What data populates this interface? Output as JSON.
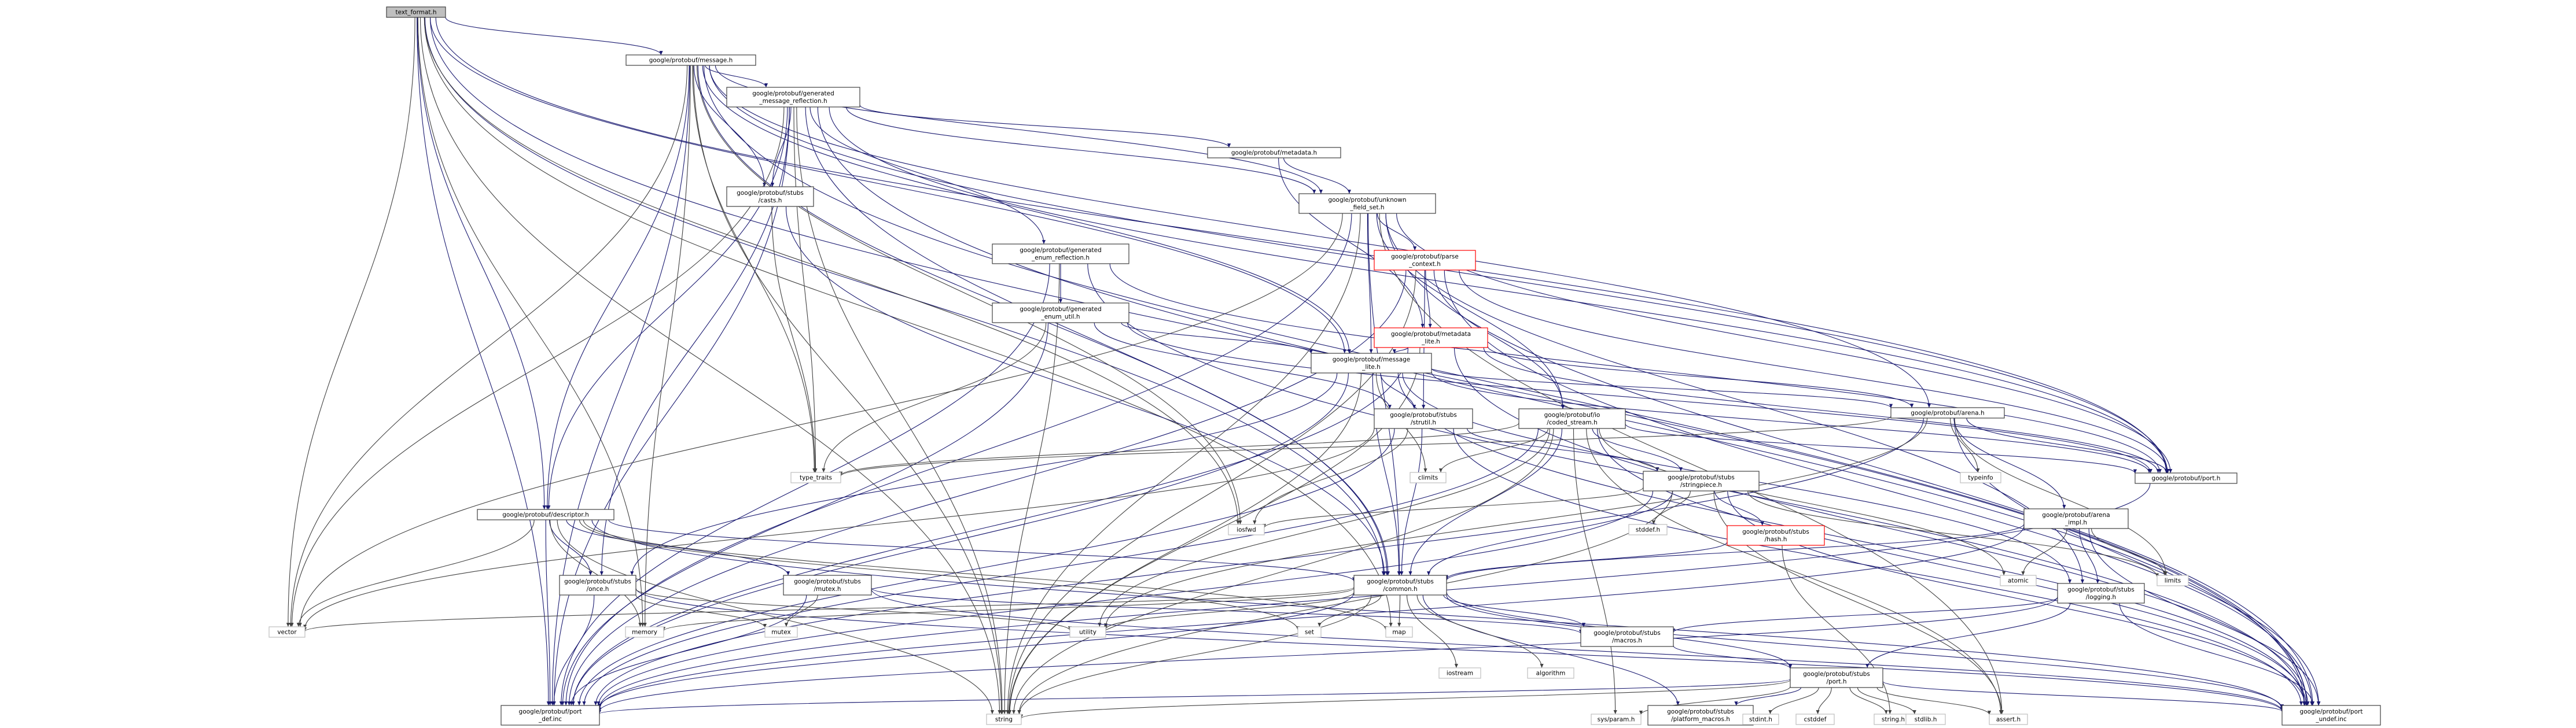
{
  "diagram": {
    "type": "include-dependency-graph",
    "colors": {
      "edge": "#191970",
      "edge_std": "#404040",
      "node_border": "#404040",
      "node_fill": "#ffffff",
      "root_fill": "#bfbfbf",
      "red_border": "#ff0000",
      "std_border": "#bfbfbf",
      "std_text": "#404040"
    },
    "nodes": [
      {
        "id": "text_format",
        "lines": [
          "text_format.h"
        ],
        "kind": "root"
      },
      {
        "id": "message",
        "lines": [
          "google/protobuf/message.h"
        ],
        "kind": "normal"
      },
      {
        "id": "gmr",
        "lines": [
          "google/protobuf/generated",
          "_message_reflection.h"
        ],
        "kind": "normal"
      },
      {
        "id": "metadata",
        "lines": [
          "google/protobuf/metadata.h"
        ],
        "kind": "normal"
      },
      {
        "id": "casts",
        "lines": [
          "google/protobuf/stubs",
          "/casts.h"
        ],
        "kind": "normal"
      },
      {
        "id": "ufs",
        "lines": [
          "google/protobuf/unknown",
          "_field_set.h"
        ],
        "kind": "normal"
      },
      {
        "id": "ger",
        "lines": [
          "google/protobuf/generated",
          "_enum_reflection.h"
        ],
        "kind": "normal"
      },
      {
        "id": "pctx",
        "lines": [
          "google/protobuf/parse",
          "_context.h"
        ],
        "kind": "red"
      },
      {
        "id": "geu",
        "lines": [
          "google/protobuf/generated",
          "_enum_util.h"
        ],
        "kind": "normal"
      },
      {
        "id": "mdlite",
        "lines": [
          "google/protobuf/metadata",
          "_lite.h"
        ],
        "kind": "red"
      },
      {
        "id": "mlite",
        "lines": [
          "google/protobuf/message",
          "_lite.h"
        ],
        "kind": "normal"
      },
      {
        "id": "strutil",
        "lines": [
          "google/protobuf/stubs",
          "/strutil.h"
        ],
        "kind": "normal"
      },
      {
        "id": "coded",
        "lines": [
          "google/protobuf/io",
          "/coded_stream.h"
        ],
        "kind": "normal"
      },
      {
        "id": "arena",
        "lines": [
          "google/protobuf/arena.h"
        ],
        "kind": "normal"
      },
      {
        "id": "port",
        "lines": [
          "google/protobuf/port.h"
        ],
        "kind": "normal"
      },
      {
        "id": "stringpiece",
        "lines": [
          "google/protobuf/stubs",
          "/stringpiece.h"
        ],
        "kind": "normal"
      },
      {
        "id": "hash",
        "lines": [
          "google/protobuf/stubs",
          "/hash.h"
        ],
        "kind": "red"
      },
      {
        "id": "arena_impl",
        "lines": [
          "google/protobuf/arena",
          "_impl.h"
        ],
        "kind": "normal"
      },
      {
        "id": "logging",
        "lines": [
          "google/protobuf/stubs",
          "/logging.h"
        ],
        "kind": "normal"
      },
      {
        "id": "descriptor",
        "lines": [
          "google/protobuf/descriptor.h"
        ],
        "kind": "normal"
      },
      {
        "id": "once",
        "lines": [
          "google/protobuf/stubs",
          "/once.h"
        ],
        "kind": "normal"
      },
      {
        "id": "mutex",
        "lines": [
          "google/protobuf/stubs",
          "/mutex.h"
        ],
        "kind": "normal"
      },
      {
        "id": "common",
        "lines": [
          "google/protobuf/stubs",
          "/common.h"
        ],
        "kind": "normal"
      },
      {
        "id": "macros",
        "lines": [
          "google/protobuf/stubs",
          "/macros.h"
        ],
        "kind": "normal"
      },
      {
        "id": "sport",
        "lines": [
          "google/protobuf/stubs",
          "/port.h"
        ],
        "kind": "normal"
      },
      {
        "id": "port_def",
        "lines": [
          "google/protobuf/port",
          "_def.inc"
        ],
        "kind": "normal"
      },
      {
        "id": "port_undef",
        "lines": [
          "google/protobuf/port",
          "_undef.inc"
        ],
        "kind": "normal"
      },
      {
        "id": "platform",
        "lines": [
          "google/protobuf/stubs",
          "/platform_macros.h"
        ],
        "kind": "normal"
      },
      {
        "id": "type_traits",
        "lines": [
          "type_traits"
        ],
        "kind": "std"
      },
      {
        "id": "climits",
        "lines": [
          "climits"
        ],
        "kind": "std"
      },
      {
        "id": "typeinfo",
        "lines": [
          "typeinfo"
        ],
        "kind": "std"
      },
      {
        "id": "iosfwd",
        "lines": [
          "iosfwd"
        ],
        "kind": "std"
      },
      {
        "id": "stddef",
        "lines": [
          "stddef.h"
        ],
        "kind": "std"
      },
      {
        "id": "atomic",
        "lines": [
          "atomic"
        ],
        "kind": "std"
      },
      {
        "id": "limits",
        "lines": [
          "limits"
        ],
        "kind": "std"
      },
      {
        "id": "vector",
        "lines": [
          "vector"
        ],
        "kind": "std"
      },
      {
        "id": "memory",
        "lines": [
          "memory"
        ],
        "kind": "std"
      },
      {
        "id": "mutex_std",
        "lines": [
          "mutex"
        ],
        "kind": "std"
      },
      {
        "id": "utility",
        "lines": [
          "utility"
        ],
        "kind": "std"
      },
      {
        "id": "set",
        "lines": [
          "set"
        ],
        "kind": "std"
      },
      {
        "id": "map",
        "lines": [
          "map"
        ],
        "kind": "std"
      },
      {
        "id": "iostream",
        "lines": [
          "iostream"
        ],
        "kind": "std"
      },
      {
        "id": "algorithm",
        "lines": [
          "algorithm"
        ],
        "kind": "std"
      },
      {
        "id": "string",
        "lines": [
          "string"
        ],
        "kind": "std"
      },
      {
        "id": "sysparam",
        "lines": [
          "sys/param.h"
        ],
        "kind": "std"
      },
      {
        "id": "stdint",
        "lines": [
          "stdint.h"
        ],
        "kind": "std"
      },
      {
        "id": "cstddef",
        "lines": [
          "cstddef"
        ],
        "kind": "std"
      },
      {
        "id": "string_h",
        "lines": [
          "string.h"
        ],
        "kind": "std"
      },
      {
        "id": "stdlib",
        "lines": [
          "stdlib.h"
        ],
        "kind": "std"
      },
      {
        "id": "assert",
        "lines": [
          "assert.h"
        ],
        "kind": "std"
      }
    ],
    "edges": [
      [
        "text_format",
        "message"
      ],
      [
        "text_format",
        "descriptor"
      ],
      [
        "text_format",
        "common"
      ],
      [
        "text_format",
        "iosfwd"
      ],
      [
        "text_format",
        "vector"
      ],
      [
        "text_format",
        "map"
      ],
      [
        "text_format",
        "memory"
      ],
      [
        "text_format",
        "string"
      ],
      [
        "text_format",
        "mlite"
      ],
      [
        "text_format",
        "port"
      ],
      [
        "text_format",
        "port_def"
      ],
      [
        "text_format",
        "port_undef"
      ],
      [
        "message",
        "gmr"
      ],
      [
        "message",
        "arena"
      ],
      [
        "message",
        "ufs"
      ],
      [
        "message",
        "casts"
      ],
      [
        "message",
        "descriptor"
      ],
      [
        "message",
        "common"
      ],
      [
        "message",
        "mlite"
      ],
      [
        "message",
        "port"
      ],
      [
        "message",
        "port_def"
      ],
      [
        "message",
        "port_undef"
      ],
      [
        "message",
        "vector"
      ],
      [
        "message",
        "iosfwd"
      ],
      [
        "message",
        "string"
      ],
      [
        "message",
        "type_traits"
      ],
      [
        "message",
        "memory"
      ],
      [
        "gmr",
        "metadata"
      ],
      [
        "gmr",
        "ufs"
      ],
      [
        "gmr",
        "casts"
      ],
      [
        "gmr",
        "ger"
      ],
      [
        "gmr",
        "descriptor"
      ],
      [
        "gmr",
        "once"
      ],
      [
        "gmr",
        "common"
      ],
      [
        "gmr",
        "port"
      ],
      [
        "gmr",
        "port_def"
      ],
      [
        "gmr",
        "port_undef"
      ],
      [
        "gmr",
        "string"
      ],
      [
        "gmr",
        "vector"
      ],
      [
        "gmr",
        "type_traits"
      ],
      [
        "metadata",
        "mdlite"
      ],
      [
        "metadata",
        "ufs"
      ],
      [
        "casts",
        "common"
      ],
      [
        "casts",
        "type_traits"
      ],
      [
        "ufs",
        "pctx"
      ],
      [
        "ufs",
        "coded"
      ],
      [
        "ufs",
        "common"
      ],
      [
        "ufs",
        "mlite"
      ],
      [
        "ufs",
        "logging"
      ],
      [
        "ufs",
        "port"
      ],
      [
        "ufs",
        "port_def"
      ],
      [
        "ufs",
        "port_undef"
      ],
      [
        "ufs",
        "vector"
      ],
      [
        "ufs",
        "string"
      ],
      [
        "ufs",
        "assert"
      ],
      [
        "ger",
        "geu"
      ],
      [
        "ger",
        "port"
      ],
      [
        "ger",
        "port_def"
      ],
      [
        "ger",
        "port_undef"
      ],
      [
        "ger",
        "string"
      ],
      [
        "pctx",
        "mdlite"
      ],
      [
        "pctx",
        "coded"
      ],
      [
        "pctx",
        "strutil"
      ],
      [
        "pctx",
        "port"
      ],
      [
        "pctx",
        "port_def"
      ],
      [
        "pctx",
        "port_undef"
      ],
      [
        "pctx",
        "string"
      ],
      [
        "geu",
        "mlite"
      ],
      [
        "geu",
        "strutil"
      ],
      [
        "geu",
        "port"
      ],
      [
        "geu",
        "port_def"
      ],
      [
        "geu",
        "type_traits"
      ],
      [
        "mdlite",
        "arena"
      ],
      [
        "mdlite",
        "mlite"
      ],
      [
        "mdlite",
        "port"
      ],
      [
        "mdlite",
        "port_def"
      ],
      [
        "mdlite",
        "port_undef"
      ],
      [
        "mdlite",
        "string"
      ],
      [
        "mlite",
        "arena"
      ],
      [
        "mlite",
        "strutil"
      ],
      [
        "mlite",
        "common"
      ],
      [
        "mlite",
        "once"
      ],
      [
        "mlite",
        "logging"
      ],
      [
        "mlite",
        "port"
      ],
      [
        "mlite",
        "port_def"
      ],
      [
        "mlite",
        "port_undef"
      ],
      [
        "mlite",
        "climits"
      ],
      [
        "mlite",
        "string"
      ],
      [
        "strutil",
        "stringpiece"
      ],
      [
        "strutil",
        "common"
      ],
      [
        "strutil",
        "port_def"
      ],
      [
        "strutil",
        "port_undef"
      ],
      [
        "strutil",
        "vector"
      ],
      [
        "strutil",
        "iosfwd"
      ],
      [
        "coded",
        "stringpiece"
      ],
      [
        "coded",
        "common"
      ],
      [
        "coded",
        "port"
      ],
      [
        "coded",
        "port_def"
      ],
      [
        "coded",
        "port_undef"
      ],
      [
        "coded",
        "climits"
      ],
      [
        "coded",
        "atomic"
      ],
      [
        "coded",
        "utility"
      ],
      [
        "coded",
        "string"
      ],
      [
        "coded",
        "assert"
      ],
      [
        "coded",
        "type_traits"
      ],
      [
        "coded",
        "sysparam"
      ],
      [
        "arena",
        "arena_impl"
      ],
      [
        "arena",
        "port"
      ],
      [
        "arena",
        "port_def"
      ],
      [
        "arena",
        "port_undef"
      ],
      [
        "arena",
        "limits"
      ],
      [
        "arena",
        "type_traits"
      ],
      [
        "arena",
        "utility"
      ],
      [
        "arena",
        "typeinfo"
      ],
      [
        "port",
        "port_def"
      ],
      [
        "stringpiece",
        "hash"
      ],
      [
        "stringpiece",
        "common"
      ],
      [
        "stringpiece",
        "port_def"
      ],
      [
        "stringpiece",
        "port_undef"
      ],
      [
        "stringpiece",
        "iosfwd"
      ],
      [
        "stringpiece",
        "stddef"
      ],
      [
        "stringpiece",
        "limits"
      ],
      [
        "stringpiece",
        "string"
      ],
      [
        "stringpiece",
        "assert"
      ],
      [
        "hash",
        "common"
      ],
      [
        "hash",
        "string_h"
      ],
      [
        "arena_impl",
        "logging"
      ],
      [
        "arena_impl",
        "common"
      ],
      [
        "arena_impl",
        "port_def"
      ],
      [
        "arena_impl",
        "port_undef"
      ],
      [
        "arena_impl",
        "atomic"
      ],
      [
        "arena_impl",
        "limits"
      ],
      [
        "logging",
        "macros"
      ],
      [
        "logging",
        "sport"
      ],
      [
        "logging",
        "port_def"
      ],
      [
        "logging",
        "port_undef"
      ],
      [
        "descriptor",
        "common"
      ],
      [
        "descriptor",
        "mutex"
      ],
      [
        "descriptor",
        "once"
      ],
      [
        "descriptor",
        "port_def"
      ],
      [
        "descriptor",
        "port_undef"
      ],
      [
        "descriptor",
        "vector"
      ],
      [
        "descriptor",
        "memory"
      ],
      [
        "descriptor",
        "set"
      ],
      [
        "descriptor",
        "map"
      ],
      [
        "descriptor",
        "string"
      ],
      [
        "once",
        "port_def"
      ],
      [
        "once",
        "port_undef"
      ],
      [
        "once",
        "mutex_std"
      ],
      [
        "once",
        "utility"
      ],
      [
        "mutex",
        "macros"
      ],
      [
        "mutex",
        "port_def"
      ],
      [
        "mutex",
        "port_undef"
      ],
      [
        "mutex",
        "mutex_std"
      ],
      [
        "common",
        "macros"
      ],
      [
        "common",
        "sport"
      ],
      [
        "common",
        "platform"
      ],
      [
        "common",
        "port_def"
      ],
      [
        "common",
        "port_undef"
      ],
      [
        "common",
        "vector"
      ],
      [
        "common",
        "memory"
      ],
      [
        "common",
        "utility"
      ],
      [
        "common",
        "set"
      ],
      [
        "common",
        "map"
      ],
      [
        "common",
        "iostream"
      ],
      [
        "common",
        "algorithm"
      ],
      [
        "common",
        "string"
      ],
      [
        "macros",
        "sport"
      ],
      [
        "sport",
        "platform"
      ],
      [
        "sport",
        "port_def"
      ],
      [
        "sport",
        "port_undef"
      ],
      [
        "sport",
        "sysparam"
      ],
      [
        "sport",
        "stdint"
      ],
      [
        "sport",
        "cstddef"
      ],
      [
        "sport",
        "string_h"
      ],
      [
        "sport",
        "stdlib"
      ],
      [
        "sport",
        "assert"
      ],
      [
        "sport",
        "string"
      ]
    ]
  }
}
